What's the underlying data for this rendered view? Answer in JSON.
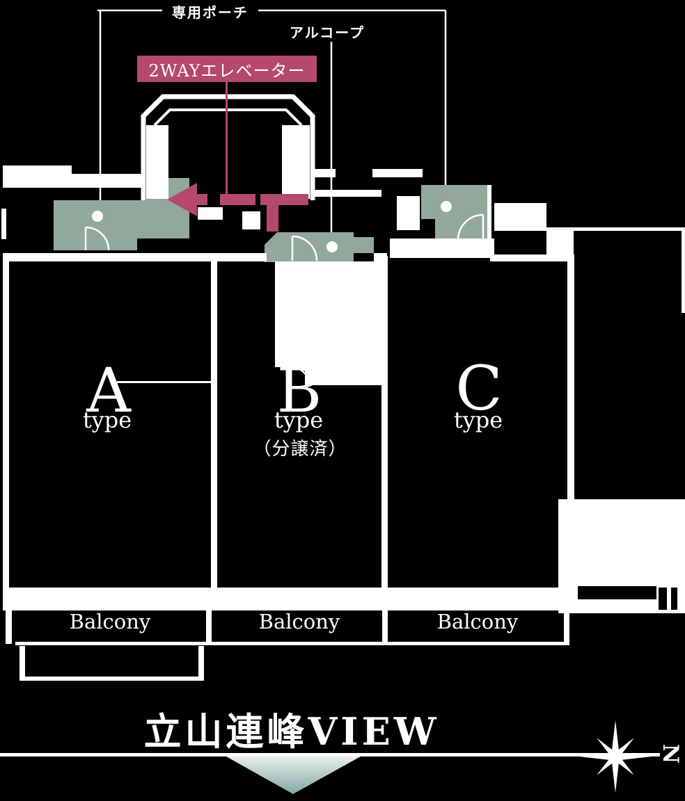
{
  "plan": {
    "labels": {
      "private_porch": "専用ポーチ",
      "alcove": "アルコープ",
      "elevator": "2WAYエレベーター"
    },
    "units": [
      {
        "letter": "A",
        "type_label": "type"
      },
      {
        "letter": "B",
        "type_label": "type",
        "status": "（分譲済）"
      },
      {
        "letter": "C",
        "type_label": "type"
      }
    ],
    "balconies": [
      "Balcony",
      "Balcony",
      "Balcony"
    ],
    "view_title": "立山連峰VIEW",
    "compass_north": "N",
    "colors": {
      "wall": "#ffffff",
      "bg": "#000000",
      "rose": "#b5496b",
      "sage": "#92a89b",
      "tri1": "#e6eee9",
      "tri2": "#85a9a3"
    }
  }
}
